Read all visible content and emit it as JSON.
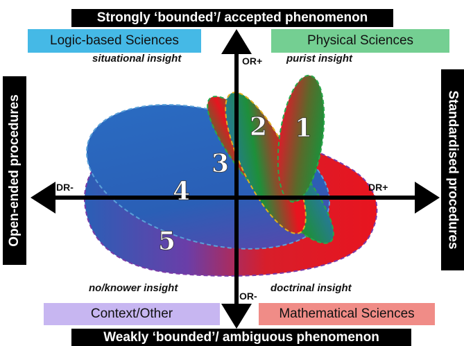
{
  "top_bar": "Strongly ‘bounded’/ accepted phenomenon",
  "bottom_bar": "Weakly ‘bounded’/ ambiguous phenomenon",
  "left_bar": "Open-ended procedures",
  "right_bar": "Standardised procedures",
  "quadrant_boxes": {
    "top_left": "Logic-based Sciences",
    "top_right": "Physical Sciences",
    "bottom_left": "Context/Other",
    "bottom_right": "Mathematical Sciences"
  },
  "insights": {
    "top_left": "situational insight",
    "top_right": "purist insight",
    "bottom_left": "no/knower insight",
    "bottom_right": "doctrinal insight"
  },
  "axis_labels": {
    "or_plus": "OR+",
    "or_minus": "OR-",
    "dr_minus": "DR-",
    "dr_plus": "DR+"
  },
  "regions": [
    {
      "label": "1"
    },
    {
      "label": "2"
    },
    {
      "label": "3"
    },
    {
      "label": "4"
    },
    {
      "label": "5"
    }
  ],
  "colors": {
    "logic": "#45b9e6",
    "physical": "#74cf92",
    "context": "#c7b6f1",
    "math": "#f08c87",
    "blue": "#2a5fb6",
    "red": "#e8141f",
    "green": "#1e8f3a"
  }
}
